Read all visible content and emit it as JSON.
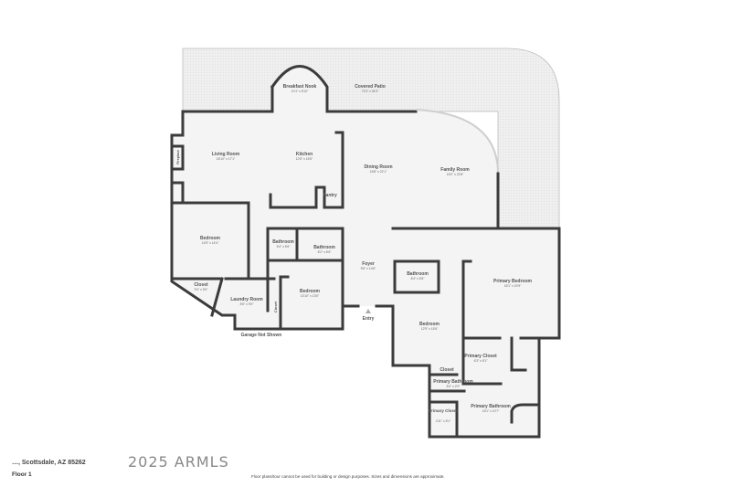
{
  "plan": {
    "rooms": [
      {
        "name": "Covered Patio",
        "dim": "72'4\" x 34'3\""
      },
      {
        "name": "Breakfast Nook",
        "dim": "10'1\" x 8'10\""
      },
      {
        "name": "Living Room",
        "dim": "18'10\" x 17'1\""
      },
      {
        "name": "Kitchen",
        "dim": "12'5\" x 16'5\""
      },
      {
        "name": "Dining Room",
        "dim": "15'8\" x 22'1\""
      },
      {
        "name": "Family Room",
        "dim": "15'2\" x 22'8\""
      },
      {
        "name": "Fireplace",
        "dim": ""
      },
      {
        "name": "Pantry",
        "dim": ""
      },
      {
        "name": "Bedroom",
        "dim": "14'5\" x 14'4\""
      },
      {
        "name": "Bathroom",
        "dim": "5'4\" x 5'6\""
      },
      {
        "name": "Bathroom",
        "dim": "8'2\" x 6'6\""
      },
      {
        "name": "Foyer",
        "dim": "9'6\" x 14'6\""
      },
      {
        "name": "Closet",
        "dim": "9'4\" x 5'6\""
      },
      {
        "name": "Laundry Room",
        "dim": "8'5\" x 9'5\""
      },
      {
        "name": "Bedroom",
        "dim": "13'10\" x 13'0\""
      },
      {
        "name": "Closet",
        "dim": ""
      },
      {
        "name": "Bathroom",
        "dim": "8'4\" x 5'8\""
      },
      {
        "name": "Primary Bedroom",
        "dim": "18'1\" x 20'9\""
      },
      {
        "name": "Bedroom",
        "dim": "12'9\" x 15'6\""
      },
      {
        "name": "Primary Closet",
        "dim": "6'3\" x 8'1\""
      },
      {
        "name": "Closet",
        "dim": ""
      },
      {
        "name": "Primary Bathroom",
        "dim": "8'4\" x 2'9\""
      },
      {
        "name": "Primary Bathroom",
        "dim": "15'1\" x 10'7\""
      },
      {
        "name": "Primary Closet",
        "dim": "4'11\" x 8'1\""
      }
    ],
    "entry_label": "Entry",
    "garage_label": "Garage Not Shown"
  },
  "footer": {
    "address": "…, Scottsdale, AZ 85262",
    "floor": "Floor 1",
    "disclaimer": "Floor plans/tour cannot be used for building or design purposes. Sizes and dimensions are approximate.",
    "watermark": "2025 ARMLS"
  },
  "colors": {
    "wall": "#3b3b3b",
    "floor": "#f4f4f4",
    "patio": "#ececec"
  }
}
